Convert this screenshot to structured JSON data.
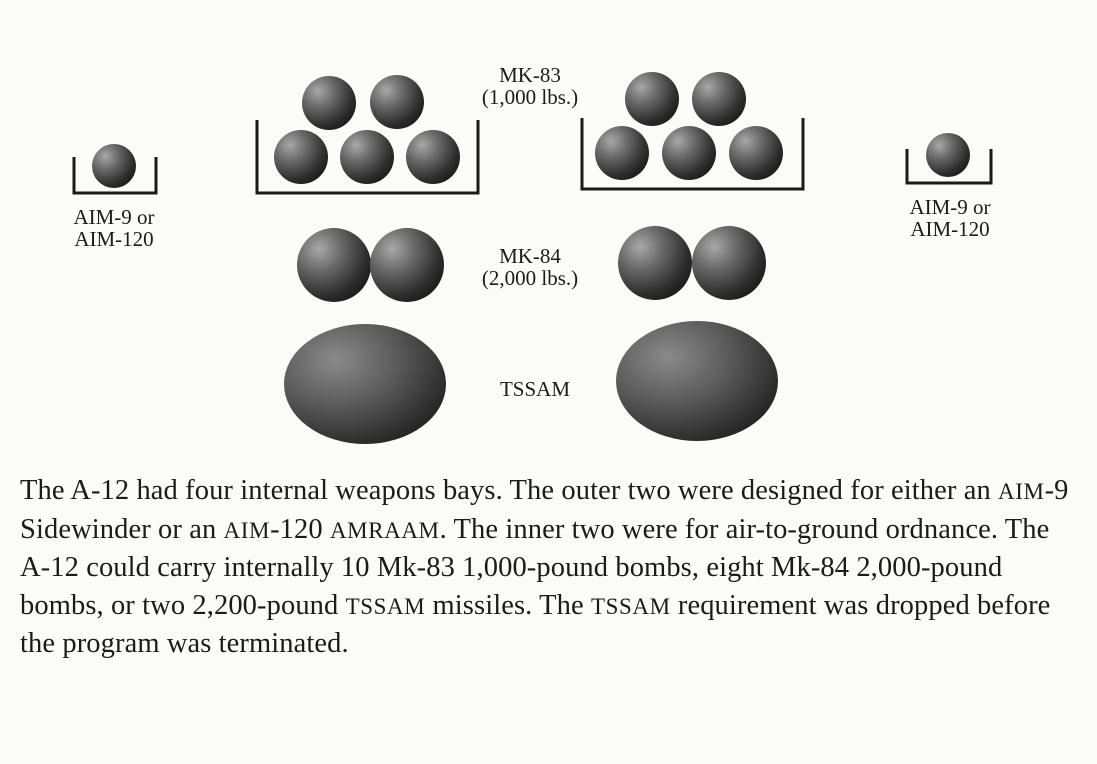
{
  "labels": {
    "aim_left_line1": "AIM-9 or",
    "aim_left_line2": "AIM-120",
    "aim_right_line1": "AIM-9 or",
    "aim_right_line2": "AIM-120",
    "mk83_line1": "MK-83",
    "mk83_line2": "(1,000 lbs.)",
    "mk84_line1": "MK-84",
    "mk84_line2": "(2,000 lbs.)",
    "tssam": "TSSAM"
  },
  "caption": {
    "s1": "The A-12 had four internal weapons bays. The outer two were designed for either an ",
    "aim9": "AIM",
    "s2": "-9 Sidewinder or an ",
    "aim120": "AIM",
    "s3": "-120 ",
    "amraam": "AMRAAM",
    "s4": ". The inner two were for air-to-ground ordnance. The A-12 could carry internally 10 Mk-83 1,000-pound bombs, eight Mk-84 2,000-pound bombs, or two 2,200-pound ",
    "tssam1": "TSSAM",
    "s5": " missiles. The ",
    "tssam2": "TSSAM",
    "s6": " requirement was dropped before the program was terminated."
  }
}
